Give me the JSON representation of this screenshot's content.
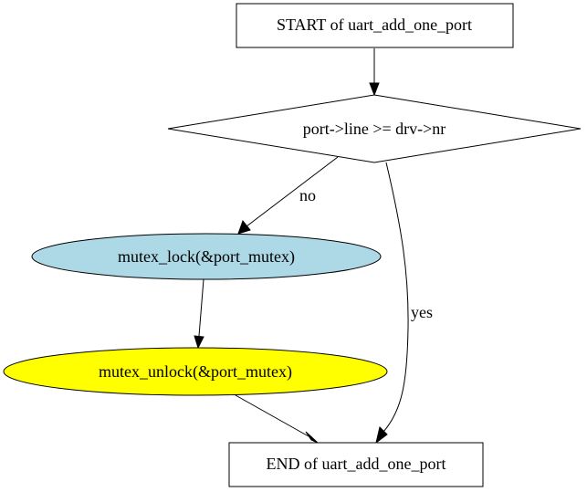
{
  "diagram": {
    "nodes": {
      "start": {
        "label": "START of uart_add_one_port",
        "shape": "rectangle",
        "fill": "#ffffff"
      },
      "decision": {
        "label": "port->line >= drv->nr",
        "shape": "diamond",
        "fill": "#ffffff"
      },
      "lock": {
        "label": "mutex_lock(&port_mutex)",
        "shape": "ellipse",
        "fill": "#add8e6"
      },
      "unlock": {
        "label": "mutex_unlock(&port_mutex)",
        "shape": "ellipse",
        "fill": "#ffff00"
      },
      "end": {
        "label": "END of uart_add_one_port",
        "shape": "rectangle",
        "fill": "#ffffff"
      }
    },
    "edges": [
      {
        "from": "start",
        "to": "decision",
        "label": ""
      },
      {
        "from": "decision",
        "to": "lock",
        "label": "no"
      },
      {
        "from": "decision",
        "to": "end",
        "label": "yes"
      },
      {
        "from": "lock",
        "to": "unlock",
        "label": ""
      },
      {
        "from": "unlock",
        "to": "end",
        "label": ""
      }
    ]
  }
}
